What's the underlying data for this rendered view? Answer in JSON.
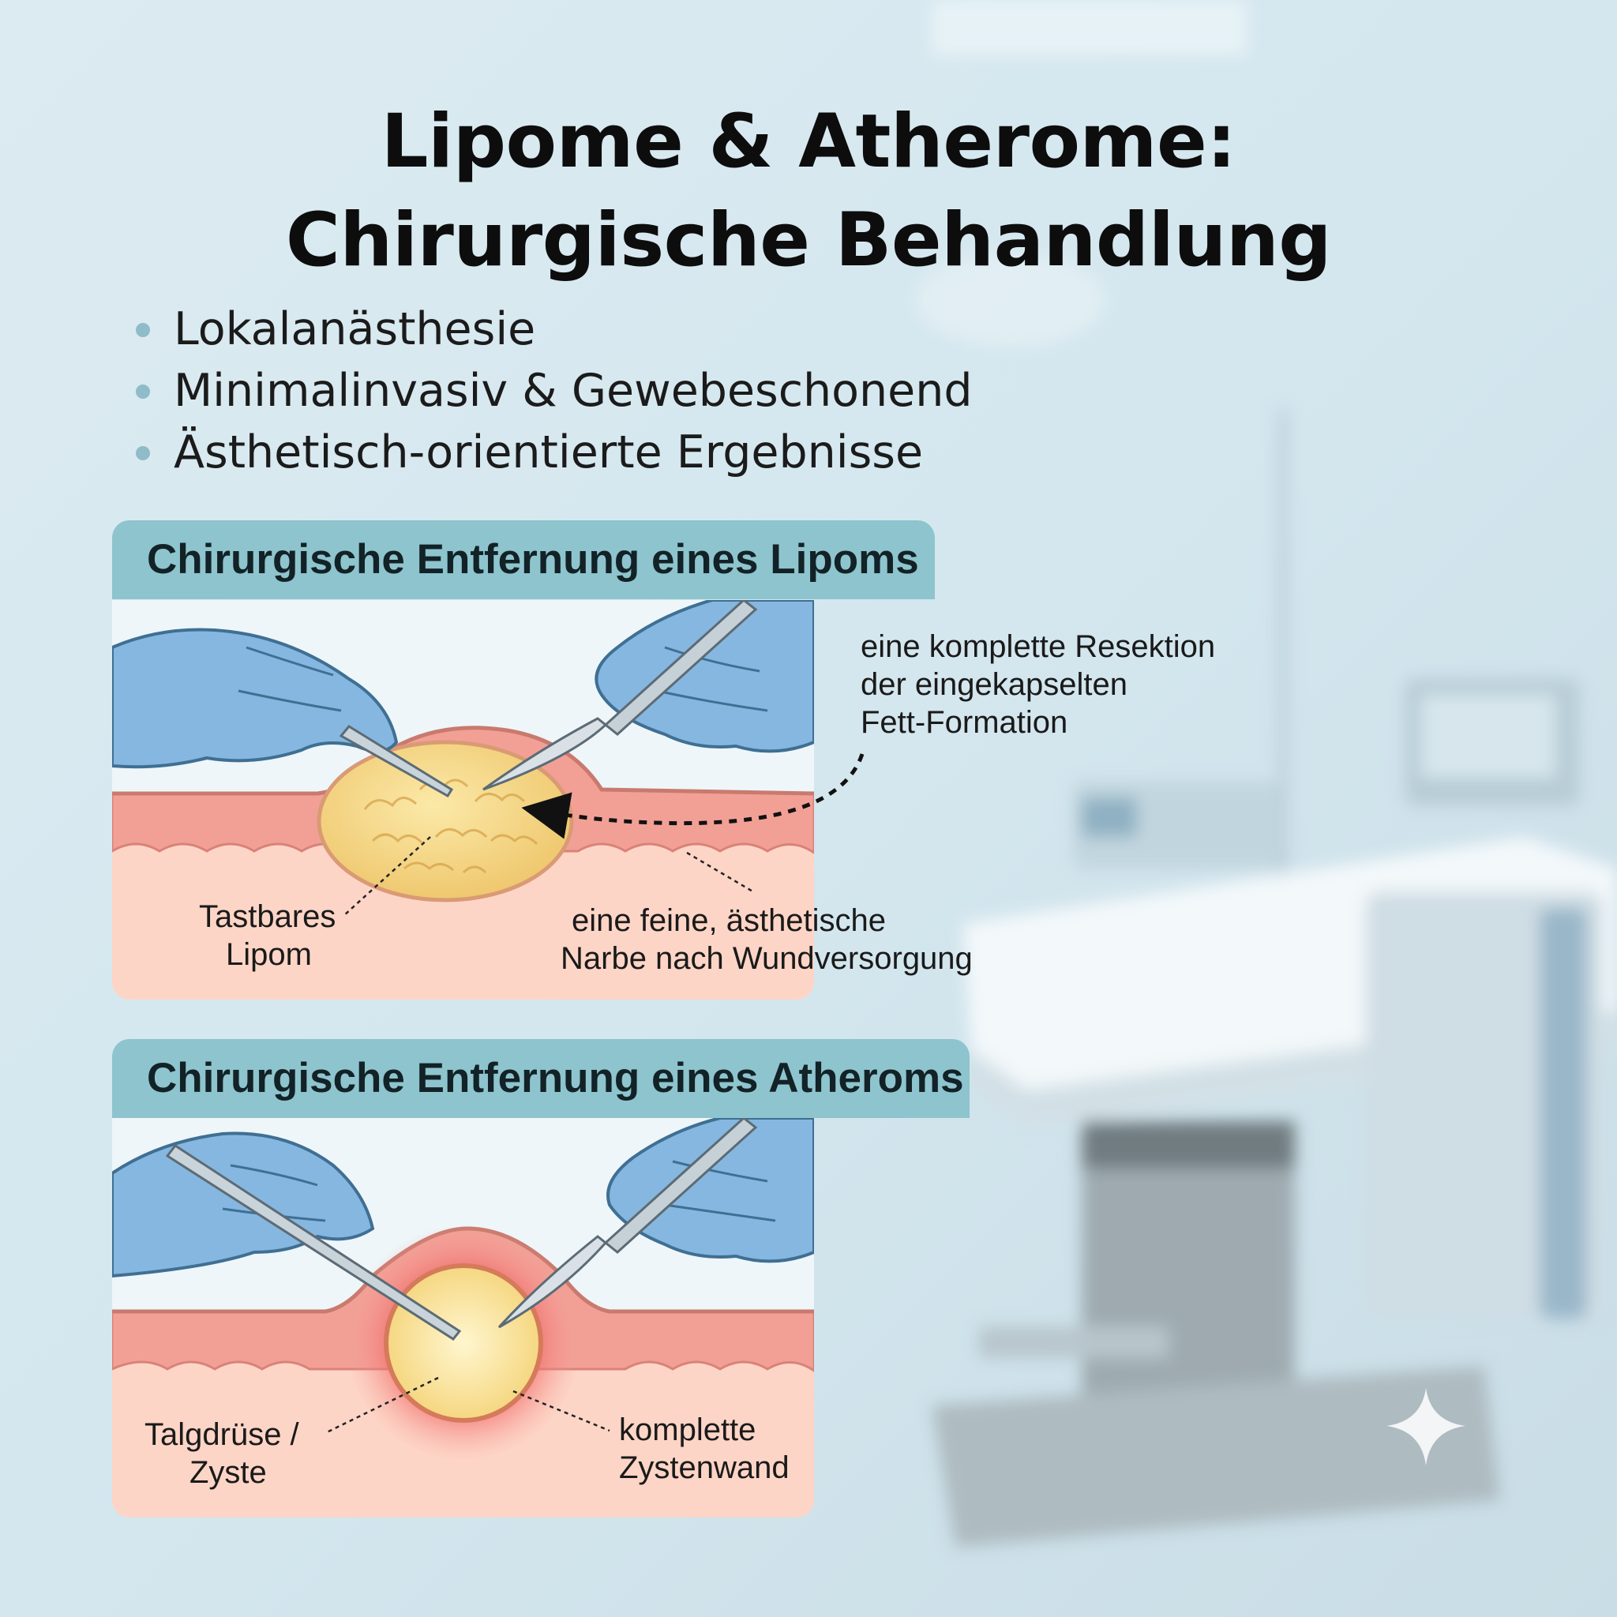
{
  "title": {
    "line1": "Lipome & Atherome:",
    "line2": "Chirurgische Behandlung"
  },
  "bullets": [
    "Lokalanästhesie",
    "Minimalinvasiv & Gewebeschonend",
    "Ästhetisch-orientierte Ergebnisse"
  ],
  "lipom_panel": {
    "heading": "Chirurgische Entfernung eines Lipoms",
    "resection_line1": "eine komplette Resektion",
    "resection_line2": "der eingekapselten",
    "resection_line3": "Fett-Formation",
    "lipom_label_line1": "Tastbares",
    "lipom_label_line2": "Lipom",
    "scar_line1": "eine feine, ästhetische",
    "scar_line2": "Narbe nach Wundversorgung"
  },
  "atherom_panel": {
    "heading": "Chirurgische Entfernung eines Atheroms",
    "gland_line1": "Talgdrüse /",
    "gland_line2": "Zyste",
    "wall_line1": "komplette",
    "wall_line2": "Zystenwand"
  },
  "colors": {
    "background": "#dbe9ef",
    "tab": "#8ec4cd",
    "glove": "#86b7e0",
    "skin_dermis": "#f29e96",
    "skin_subcutis": "#fdd1c2",
    "fat": "#f3d885",
    "cyst": "#fbe7a6"
  },
  "icons": [
    "sparkle-icon",
    "glove-hand-icon",
    "scalpel-icon",
    "forceps-icon"
  ]
}
